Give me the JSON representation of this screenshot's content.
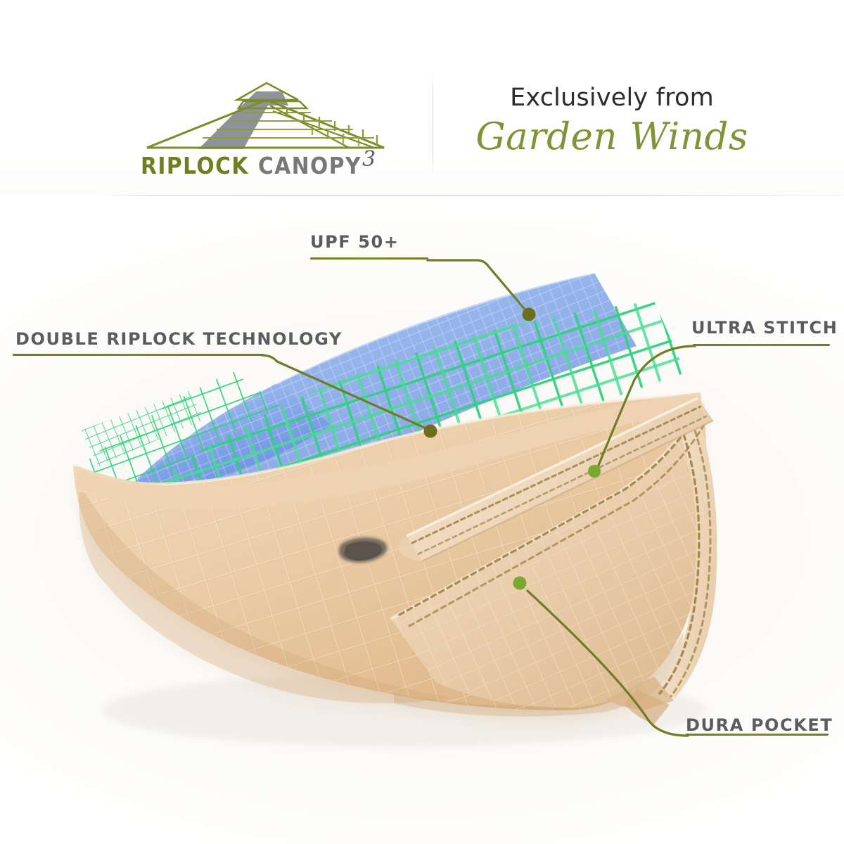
{
  "page": {
    "background": "#ffffff",
    "accent_olive": "#6f7d26",
    "accent_green": "#7f9436",
    "label_gray": "#5b5c5e"
  },
  "header": {
    "logo": {
      "icon": "canopy-gazebo-icon",
      "word_primary": "RIPLOCK",
      "word_secondary": "CANOPY",
      "superscript": "3",
      "color_primary": "#6e7f22",
      "color_secondary": "#77787a"
    },
    "tagline": {
      "line1": "Exclusively from",
      "brand": "Garden Winds",
      "brand_color": "#7f9436"
    }
  },
  "callouts": [
    {
      "id": "upf",
      "label": "UPF 50+",
      "target": "uv-protection-layer"
    },
    {
      "id": "double-riplock",
      "label": "DOUBLE RIPLOCK TECHNOLOGY",
      "target": "riplock-mesh-grid"
    },
    {
      "id": "ultra-stitch",
      "label": "ULTRA STITCH",
      "target": "reinforced-seam"
    },
    {
      "id": "dura-pocket",
      "label": "DURA POCKET",
      "target": "pocket-panel"
    }
  ],
  "illustration": {
    "type": "canopy-fabric-cutaway",
    "layers": [
      {
        "name": "uv-protection-layer",
        "color": "#8fb0ea",
        "description": "translucent blue UV film"
      },
      {
        "name": "riplock-mesh-grid",
        "color": "#2fd47e",
        "description": "green double ripstop grid"
      },
      {
        "name": "canopy-fabric-base",
        "color": "#e8c9a0",
        "description": "tan ripstop canopy fabric"
      },
      {
        "name": "pocket-panel",
        "color": "#e3c49c",
        "description": "tan dura pocket panel"
      },
      {
        "name": "reinforced-seam",
        "color": "#a08348",
        "description": "double stitched hem"
      }
    ]
  }
}
